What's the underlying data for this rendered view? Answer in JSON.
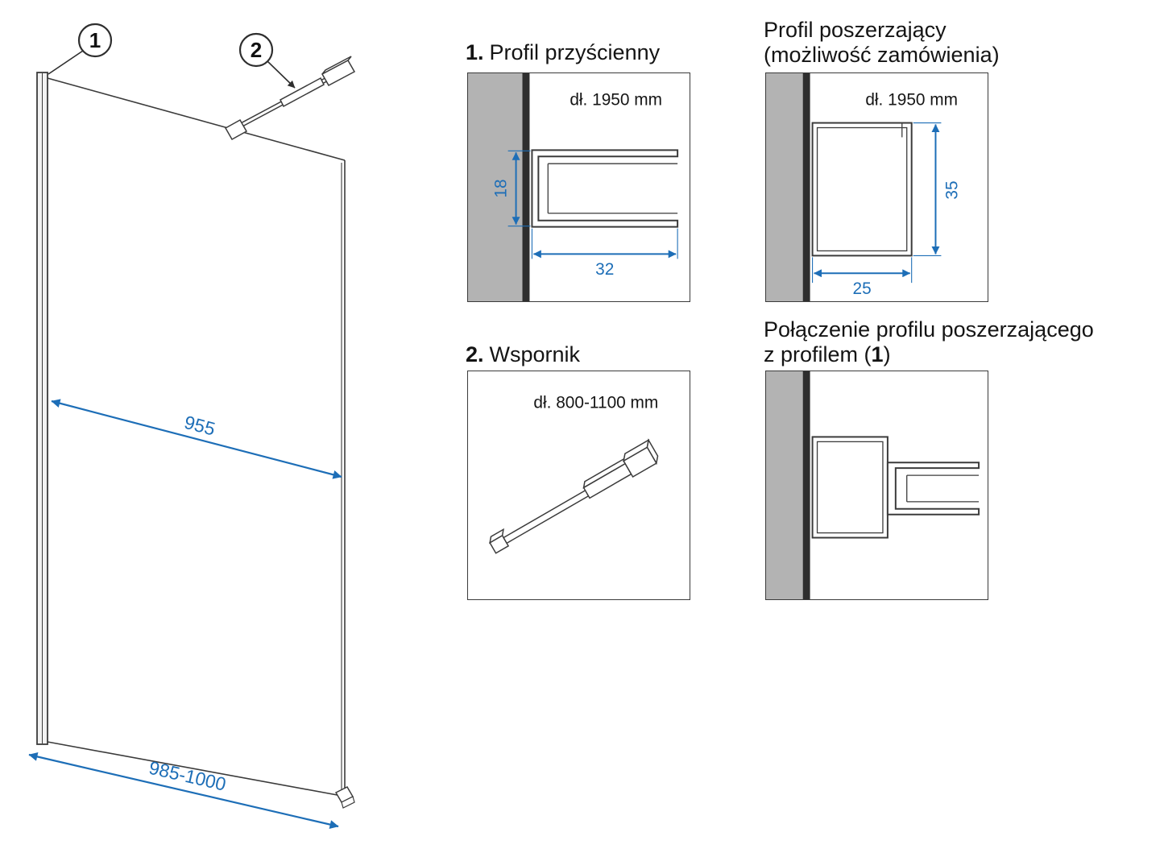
{
  "colors": {
    "dimension_blue": "#1d6eb7",
    "line_dark": "#3b3b3b",
    "wall_gray": "#b3b3b3",
    "wall_strip": "#2e2e2e"
  },
  "main": {
    "callout1": "1",
    "callout2": "2",
    "dim_glass_width": "955",
    "dim_total_width": "985-1000"
  },
  "section1": {
    "num": "1.",
    "title": "Profil przyścienny",
    "length": "dł. 1950 mm",
    "dim_height": "18",
    "dim_depth": "32"
  },
  "section2": {
    "num": "2.",
    "title": "Wspornik",
    "length": "dł. 800-1100 mm"
  },
  "section3": {
    "title_line1": "Profil poszerzający",
    "title_line2": "(możliwość zamówienia)",
    "length": "dł. 1950 mm",
    "dim_height": "35",
    "dim_width": "25"
  },
  "section4": {
    "title_line1": "Połączenie profilu poszerzającego",
    "title_line2_pre": "z profilem (",
    "title_line2_num": "1",
    "title_line2_post": ")"
  }
}
